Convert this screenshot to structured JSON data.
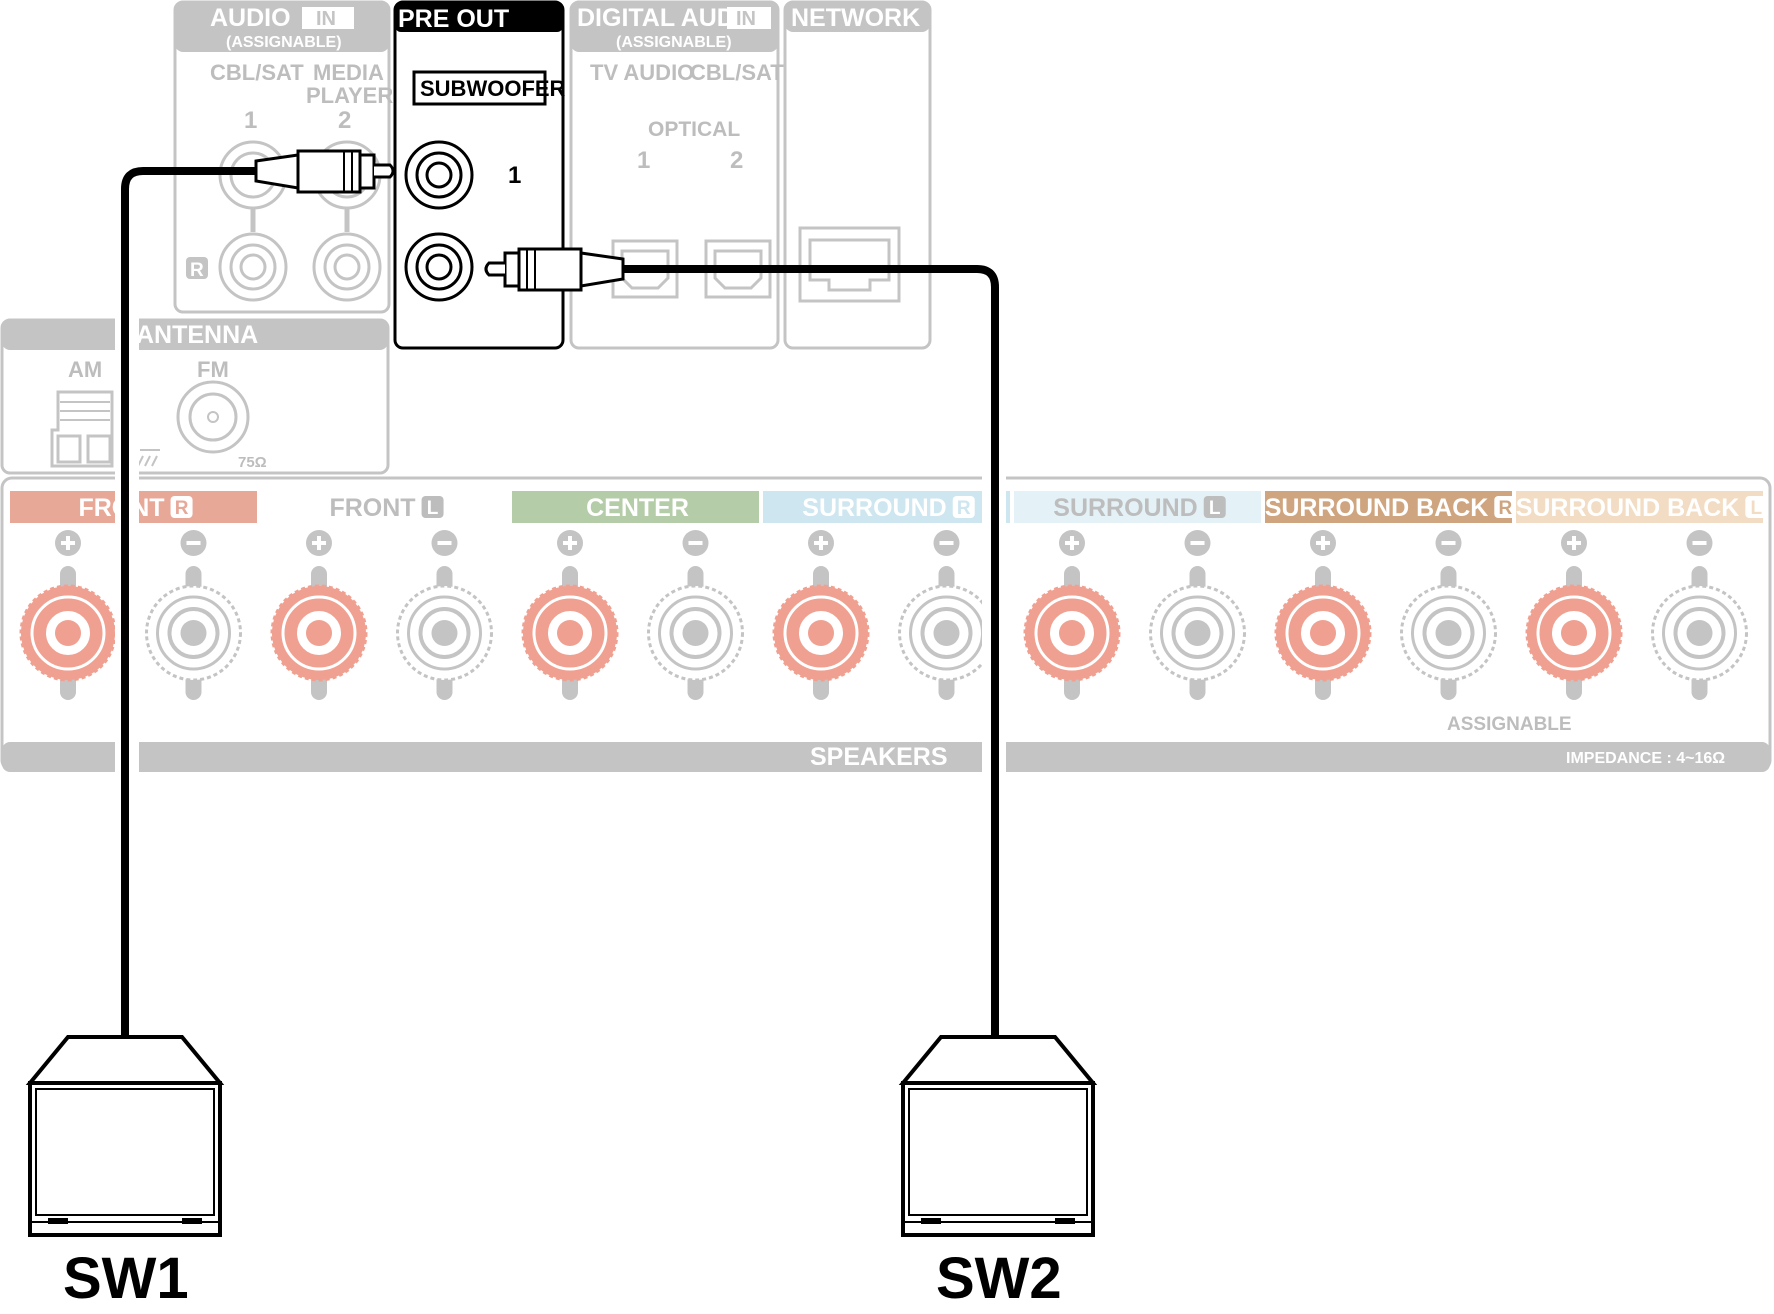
{
  "panel": {
    "audio_in": {
      "title": "AUDIO",
      "badge": "IN",
      "sub": "(ASSIGNABLE)",
      "ch1_label": "CBL/SAT",
      "ch2_label_line1": "MEDIA",
      "ch2_label_line2": "PLAYER",
      "ch1_number": "1",
      "ch2_number": "2",
      "r_badge": "R"
    },
    "pre_out": {
      "title": "PRE OUT",
      "subwoofer_label": "SUBWOOFER",
      "jack1_number": "1"
    },
    "digital_audio_in": {
      "title": "DIGITAL AUDIO",
      "badge": "IN",
      "sub": "(ASSIGNABLE)",
      "ch1_label": "TV AUDIO",
      "ch2_label": "CBL/SAT",
      "optical_label": "OPTICAL",
      "ch1_number": "1",
      "ch2_number": "2"
    },
    "network": {
      "title": "NETWORK"
    },
    "antenna": {
      "title": "ANTENNA",
      "am_label": "AM",
      "fm_label": "FM",
      "fm_ohm": "75Ω"
    },
    "speakers": {
      "title": "SPEAKERS",
      "assignable": "ASSIGNABLE",
      "impedance": "IMPEDANCE : 4~16Ω",
      "groups": [
        {
          "label": "FRONT",
          "side": "R",
          "color": "#e8a898",
          "text_color": "#ffffff"
        },
        {
          "label": "FRONT",
          "side": "L",
          "color": "#ffffff",
          "text_color": "#bdbdbd"
        },
        {
          "label": "CENTER",
          "side": "",
          "color": "#b5cca8",
          "text_color": "#ffffff"
        },
        {
          "label": "SURROUND",
          "side": "R",
          "color": "#cde6ef",
          "text_color": "#ffffff"
        },
        {
          "label": "SURROUND",
          "side": "L",
          "color": "#e4f1f6",
          "text_color": "#bdbdbd"
        },
        {
          "label": "SURROUND BACK",
          "side": "R",
          "color": "#cfa57f",
          "text_color": "#ffffff"
        },
        {
          "label": "SURROUND BACK",
          "side": "L",
          "color": "#f2dcc3",
          "text_color": "#ffffff"
        }
      ]
    }
  },
  "devices": {
    "sw1": "SW1",
    "sw2": "SW2"
  },
  "colors": {
    "panel_gray": "#c4c4c4",
    "text_gray": "#bdbdbd",
    "terminal_red": "#f0a090",
    "cable": "#000000"
  }
}
